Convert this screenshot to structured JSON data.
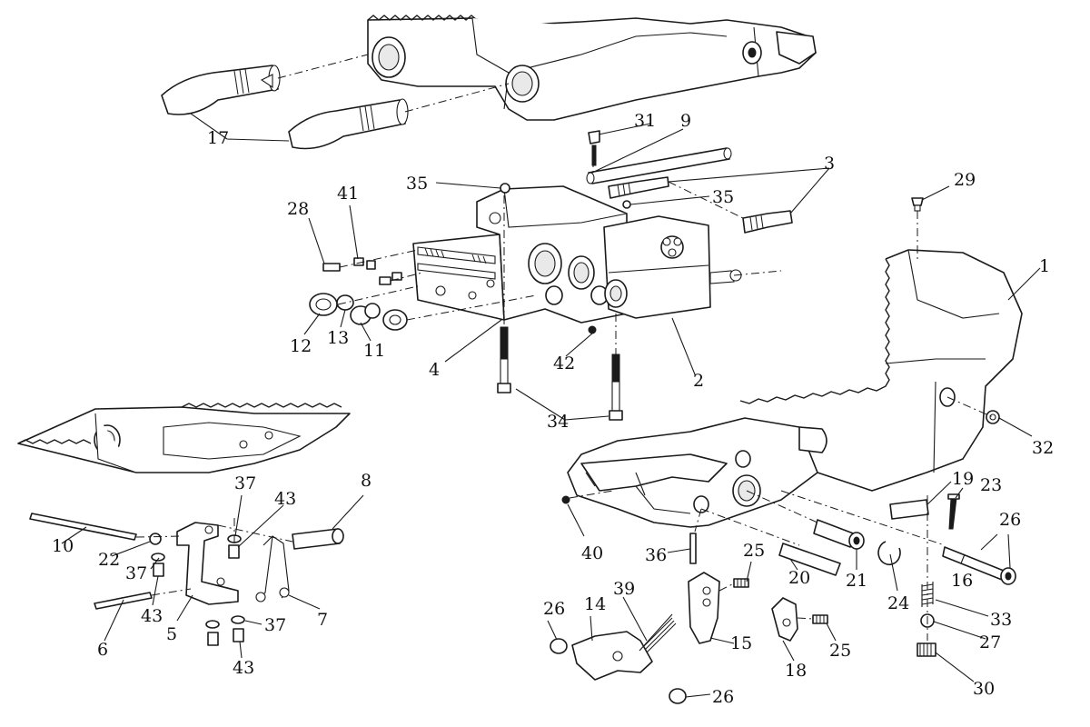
{
  "callouts": [
    {
      "id": "c1",
      "label": "1"
    },
    {
      "id": "c2",
      "label": "2"
    },
    {
      "id": "c3",
      "label": "3"
    },
    {
      "id": "c4",
      "label": "4"
    },
    {
      "id": "c5",
      "label": "5"
    },
    {
      "id": "c6",
      "label": "6"
    },
    {
      "id": "c7",
      "label": "7"
    },
    {
      "id": "c8",
      "label": "8"
    },
    {
      "id": "c9",
      "label": "9"
    },
    {
      "id": "c10",
      "label": "10"
    },
    {
      "id": "c11",
      "label": "11"
    },
    {
      "id": "c12",
      "label": "12"
    },
    {
      "id": "c13",
      "label": "13"
    },
    {
      "id": "c14",
      "label": "14"
    },
    {
      "id": "c15",
      "label": "15"
    },
    {
      "id": "c16",
      "label": "16"
    },
    {
      "id": "c17",
      "label": "17"
    },
    {
      "id": "c18",
      "label": "18"
    },
    {
      "id": "c19",
      "label": "19"
    },
    {
      "id": "c20",
      "label": "20"
    },
    {
      "id": "c21",
      "label": "21"
    },
    {
      "id": "c22",
      "label": "22"
    },
    {
      "id": "c23",
      "label": "23"
    },
    {
      "id": "c24",
      "label": "24"
    },
    {
      "id": "c25a",
      "label": "25"
    },
    {
      "id": "c25b",
      "label": "25"
    },
    {
      "id": "c26a",
      "label": "26"
    },
    {
      "id": "c26b",
      "label": "26"
    },
    {
      "id": "c26c",
      "label": "26"
    },
    {
      "id": "c27",
      "label": "27"
    },
    {
      "id": "c28",
      "label": "28"
    },
    {
      "id": "c29",
      "label": "29"
    },
    {
      "id": "c30",
      "label": "30"
    },
    {
      "id": "c31",
      "label": "31"
    },
    {
      "id": "c32",
      "label": "32"
    },
    {
      "id": "c33",
      "label": "33"
    },
    {
      "id": "c34",
      "label": "34"
    },
    {
      "id": "c35a",
      "label": "35"
    },
    {
      "id": "c35b",
      "label": "35"
    },
    {
      "id": "c36",
      "label": "36"
    },
    {
      "id": "c37a",
      "label": "37"
    },
    {
      "id": "c37b",
      "label": "37"
    },
    {
      "id": "c37c",
      "label": "37"
    },
    {
      "id": "c39",
      "label": "39"
    },
    {
      "id": "c40",
      "label": "40"
    },
    {
      "id": "c41",
      "label": "41"
    },
    {
      "id": "c42",
      "label": "42"
    },
    {
      "id": "c43a",
      "label": "43"
    },
    {
      "id": "c43b",
      "label": "43"
    },
    {
      "id": "c43c",
      "label": "43"
    }
  ]
}
